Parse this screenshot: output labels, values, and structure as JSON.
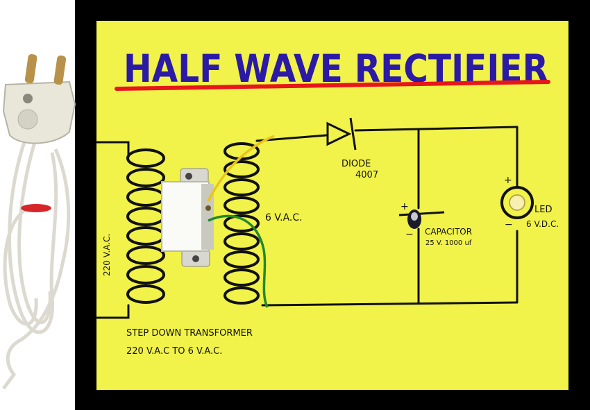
{
  "title": "HALF WAVE RECTIFIER",
  "labels": {
    "primary_voltage": "220 V.A.C.",
    "secondary_voltage": "6 V.A.C.",
    "diode_name": "DIODE",
    "diode_code": "4007",
    "capacitor_name": "CAPACITOR",
    "capacitor_rating": "25 V. 1000 uf",
    "led_name": "LED",
    "led_rating": "6 V.D.C.",
    "cap_plus": "+",
    "cap_minus": "−",
    "led_plus": "+",
    "led_minus": "−",
    "transformer_name": "STEP DOWN TRANSFORMER",
    "transformer_ratio": "220 V.A.C TO 6 V.A.C."
  },
  "colors": {
    "board": "#f1f24a",
    "frame": "#000000",
    "title_ink": "#2a1aa6",
    "underline": "#e8161a",
    "wire_yellow": "#e9c51a",
    "wire_green": "#1f8a2b",
    "plug": "#e9e7da"
  }
}
